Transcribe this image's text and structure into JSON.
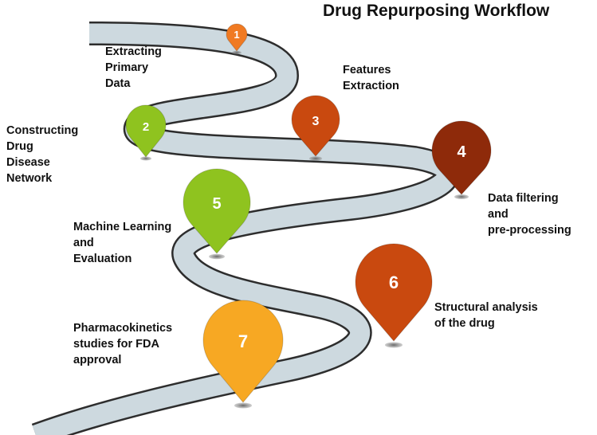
{
  "title": "Drug Repurposing Workflow",
  "colors": {
    "road_fill": "#cdd9df",
    "road_edge": "#2d2d2d",
    "pin_orange": "#f07a22",
    "pin_green": "#8fc31f",
    "pin_rust": "#c9490f",
    "pin_maroon": "#8e2a0a",
    "pin_amber": "#f7a823"
  },
  "steps": [
    {
      "number": "1",
      "label": "Extracting\nPrimary\nData"
    },
    {
      "number": "2",
      "label": "Constructing\nDrug\nDisease\nNetwork"
    },
    {
      "number": "3",
      "label": "Features\nExtraction"
    },
    {
      "number": "4",
      "label": "Data filtering\nand\npre-processing"
    },
    {
      "number": "5",
      "label": "Machine Learning\nand\nEvaluation"
    },
    {
      "number": "6",
      "label": "Structural analysis\nof the drug"
    },
    {
      "number": "7",
      "label": "Pharmacokinetics\nstudies for FDA\napproval"
    }
  ]
}
